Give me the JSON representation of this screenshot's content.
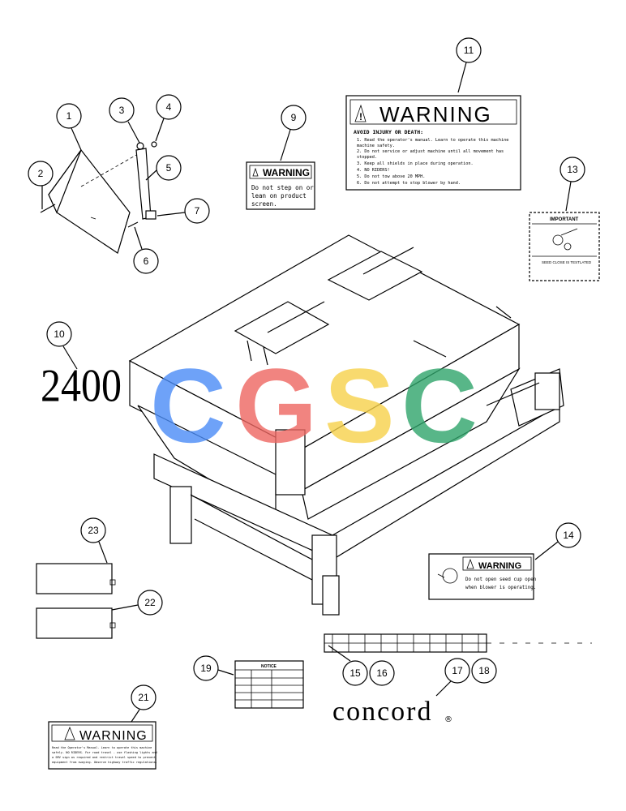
{
  "callouts": [
    "1",
    "2",
    "3",
    "4",
    "5",
    "6",
    "7",
    "9",
    "10",
    "11",
    "13",
    "14",
    "15",
    "16",
    "17",
    "18",
    "19",
    "21",
    "22",
    "23"
  ],
  "model_number": "2400",
  "brand": "concord",
  "brand_mark": "®",
  "watermark": {
    "letters": [
      "C",
      "G",
      "S",
      "C"
    ],
    "colors": [
      "#4a8cf7",
      "#ee6661",
      "#f7d24a",
      "#2fa56b"
    ]
  },
  "decal_9": {
    "title": "WARNING",
    "lines": [
      "Do not step on or",
      "lean on product",
      "screen."
    ]
  },
  "decal_11": {
    "title": "WARNING",
    "heading": "AVOID INJURY OR DEATH:",
    "lines": [
      "1. Read the operator's manual. Learn to operate this machine",
      "   machine safety.",
      "2. Do not service or adjust machine until all movement has",
      "   stopped.",
      "3. Keep all shields in place during operation.",
      "4. NO RIDERS!",
      "5. Do not tow above 20 MPH.",
      "6. Do not attempt to stop blower by hand."
    ]
  },
  "decal_13": {
    "title": "IMPORTANT",
    "footer": "SEED CLOSE IS TESTLATED"
  },
  "decal_14": {
    "title": "WARNING",
    "lines": [
      "Do not open seed cup open",
      "when blower is operating."
    ]
  },
  "decal_19": {
    "title": "NOTICE"
  },
  "decal_21": {
    "title": "WARNING",
    "lines": [
      "Read the Operator's Manual. Learn to operate this machine",
      "safely. NO RIDERS. For road travel - use flashing lights and",
      "a SMV sign as required and restrict travel speed to prevent",
      "equipment from swaying. Observe highway traffic regulations."
    ]
  }
}
